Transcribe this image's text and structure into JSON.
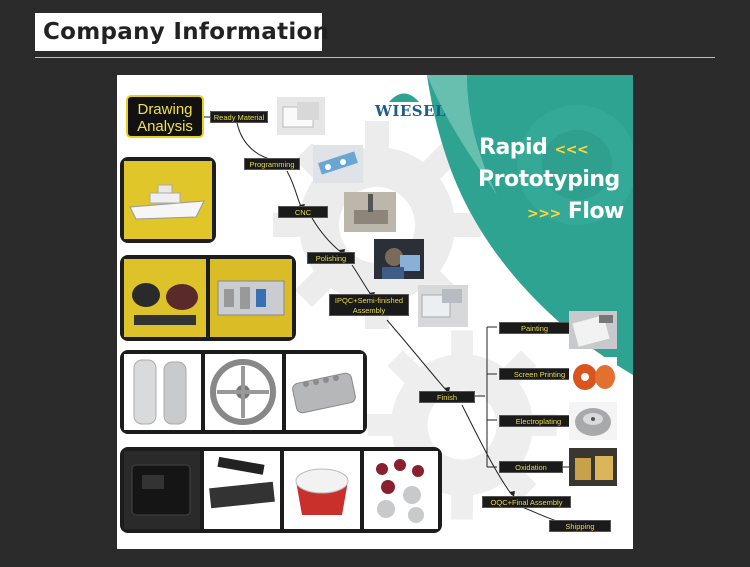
{
  "header": {
    "title": "Company Information"
  },
  "poster": {
    "logo": "WIESEL",
    "headline": {
      "line1": "Rapid",
      "line2": "Prototyping",
      "line3": "Flow",
      "chevrons_left": "<<<",
      "chevrons_right": ">>>"
    },
    "start_box": {
      "line1": "Drawing",
      "line2": "Analysis"
    },
    "steps": {
      "ready_material": "Ready Material",
      "programming": "Programming",
      "cnc": "CNC",
      "polishing": "Polishing",
      "ipqc_line1": "IPQC+Semi-finished",
      "ipqc_line2": "Assembly",
      "finish": "Finish",
      "oqc": "OQC+Final  Assembly",
      "shipping": "Shipping"
    },
    "finish_options": [
      "Painting",
      "Screen Printing",
      "Electroplating",
      "Oxidation"
    ]
  },
  "colors": {
    "background": "#2b2b2b",
    "teal": "#2fa391",
    "label_text": "#e8d94a",
    "logo": "#1d5d8a"
  }
}
